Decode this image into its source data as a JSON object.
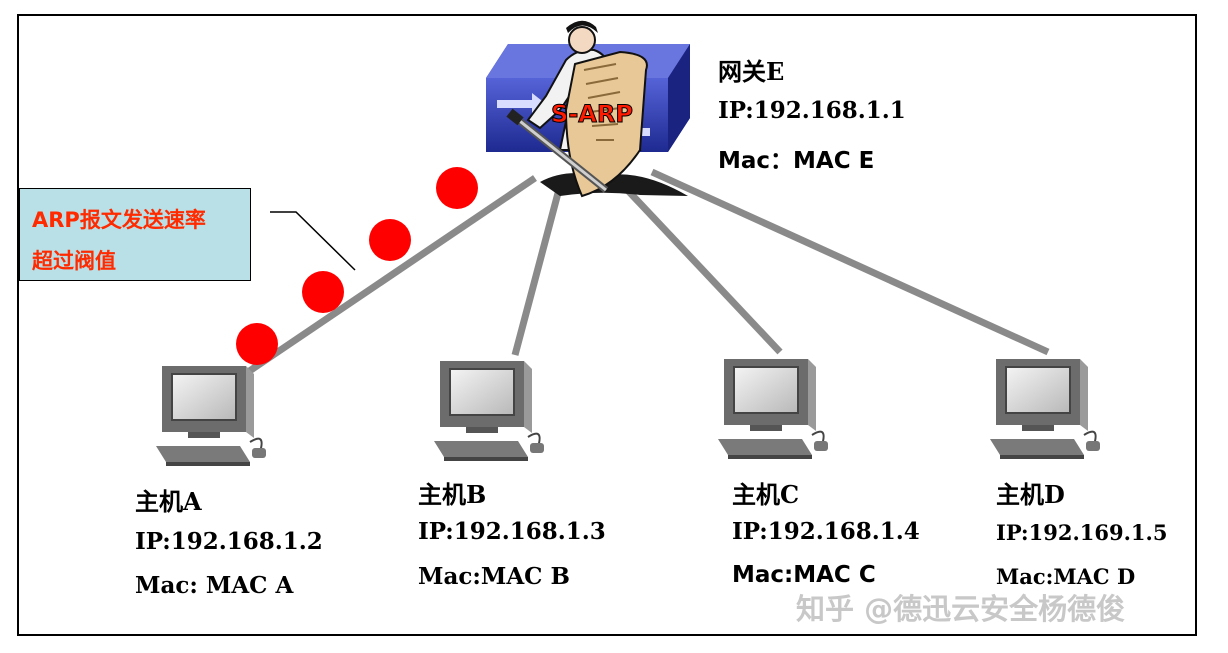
{
  "gateway": {
    "name": "网关E",
    "ip": "IP:192.168.1.1",
    "mac": "Mac：MAC E",
    "badge": "S-ARP"
  },
  "callout": {
    "line1": "ARP报文发送速率",
    "line2": "超过阀值"
  },
  "hosts": [
    {
      "name": "主机A",
      "ip": "IP:192.168.1.2",
      "mac": "Mac: MAC A"
    },
    {
      "name": "主机B",
      "ip": "IP:192.168.1.3",
      "mac": "Mac:MAC B"
    },
    {
      "name": "主机C",
      "ip": "IP:192.168.1.4",
      "mac": "Mac:MAC C"
    },
    {
      "name": "主机D",
      "ip": "IP:192.169.1.5",
      "mac": "Mac:MAC D"
    }
  ],
  "colors": {
    "link": "#8a8a8a",
    "packet": "#ff0000",
    "callout_bg": "#b9e0e6",
    "callout_text": "#ff2a00",
    "switch": "#2d3bb0"
  },
  "watermark": "知乎 @德迅云安全杨德俊"
}
